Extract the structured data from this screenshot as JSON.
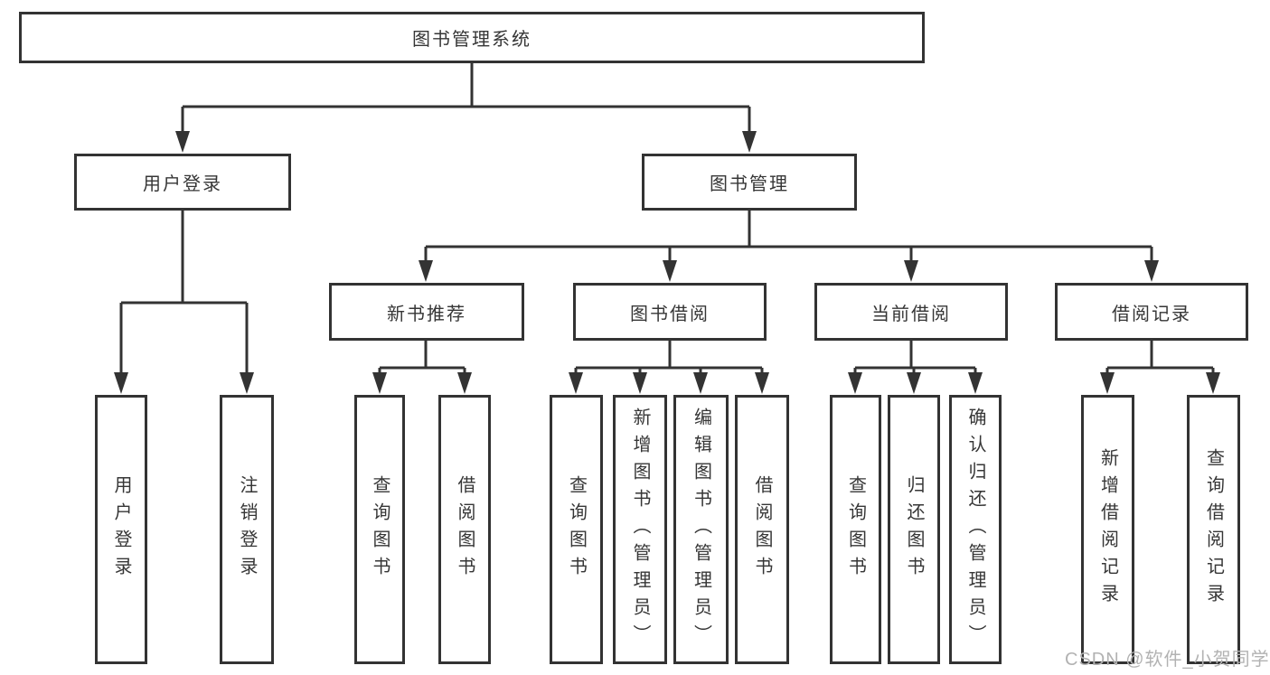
{
  "diagram": {
    "type": "hierarchy-tree",
    "tree": {
      "root": {
        "label": "图书管理系统",
        "children": [
          {
            "label": "用户登录",
            "children": [
              {
                "label": "用户登录"
              },
              {
                "label": "注销登录"
              }
            ]
          },
          {
            "label": "图书管理",
            "children": [
              {
                "label": "新书推荐",
                "children": [
                  {
                    "label": "查询图书"
                  },
                  {
                    "label": "借阅图书"
                  }
                ]
              },
              {
                "label": "图书借阅",
                "children": [
                  {
                    "label": "查询图书"
                  },
                  {
                    "label": "新增图书（管理员）"
                  },
                  {
                    "label": "编辑图书（管理员）"
                  },
                  {
                    "label": "借阅图书"
                  }
                ]
              },
              {
                "label": "当前借阅",
                "children": [
                  {
                    "label": "查询图书"
                  },
                  {
                    "label": "归还图书"
                  },
                  {
                    "label": "确认归还（管理员）"
                  }
                ]
              },
              {
                "label": "借阅记录",
                "children": [
                  {
                    "label": "新增借阅记录"
                  },
                  {
                    "label": "查询借阅记录"
                  }
                ]
              }
            ]
          }
        ]
      }
    },
    "colors": {
      "line": "#333333",
      "box_border": "#333333",
      "box_background": "#ffffff",
      "text": "#363636",
      "page_background": "#ffffff",
      "watermark": "#b2b2b2"
    }
  },
  "watermark": {
    "text": "CSDN @软件_小贺同学"
  }
}
